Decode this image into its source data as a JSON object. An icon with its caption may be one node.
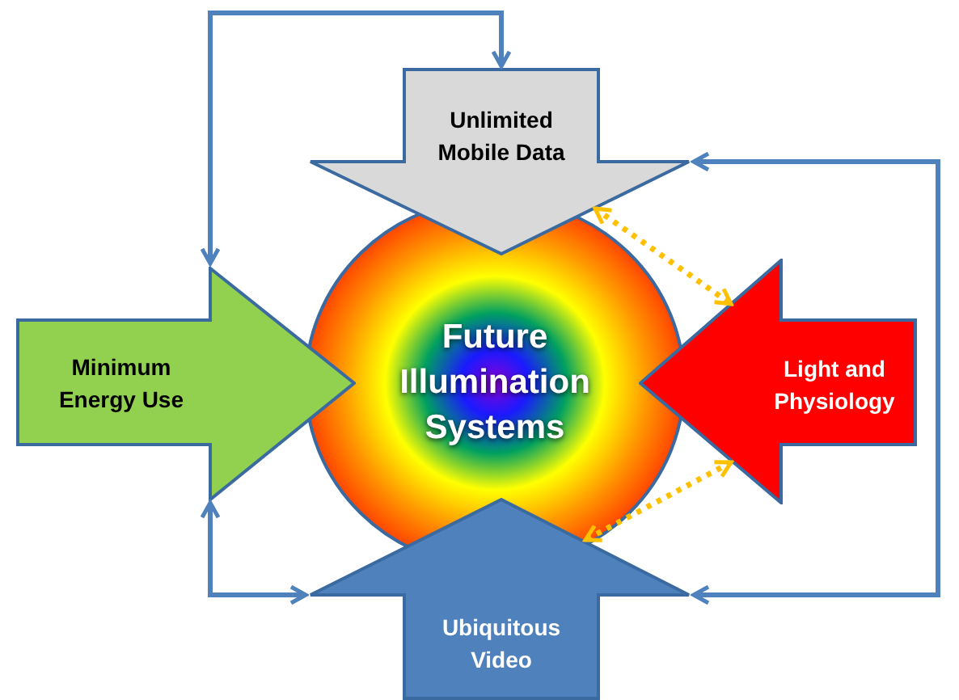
{
  "diagram": {
    "nodes": [
      {
        "text": [
          "Future Illumination Systems"
        ]
      },
      {
        "text": [
          "Unlimited Mobile Data"
        ]
      },
      {
        "text": [
          "Minimum Energy Use"
        ]
      },
      {
        "text": [
          "Light and Physiology"
        ]
      },
      {
        "text": [
          "Ubiquitous Video"
        ]
      }
    ],
    "edges": [
      {
        "from": 2,
        "to": 1,
        "arrow": "both"
      },
      {
        "from": 1,
        "to": 4,
        "arrow": "both"
      },
      {
        "from": 2,
        "to": 4,
        "arrow": "both"
      },
      {
        "from": 1,
        "to": 3,
        "arrow": "both",
        "style": "dashed",
        "color": "#ffc000"
      },
      {
        "from": 3,
        "to": 4,
        "arrow": "both",
        "style": "dashed",
        "color": "#ffc000"
      }
    ]
  }
}
